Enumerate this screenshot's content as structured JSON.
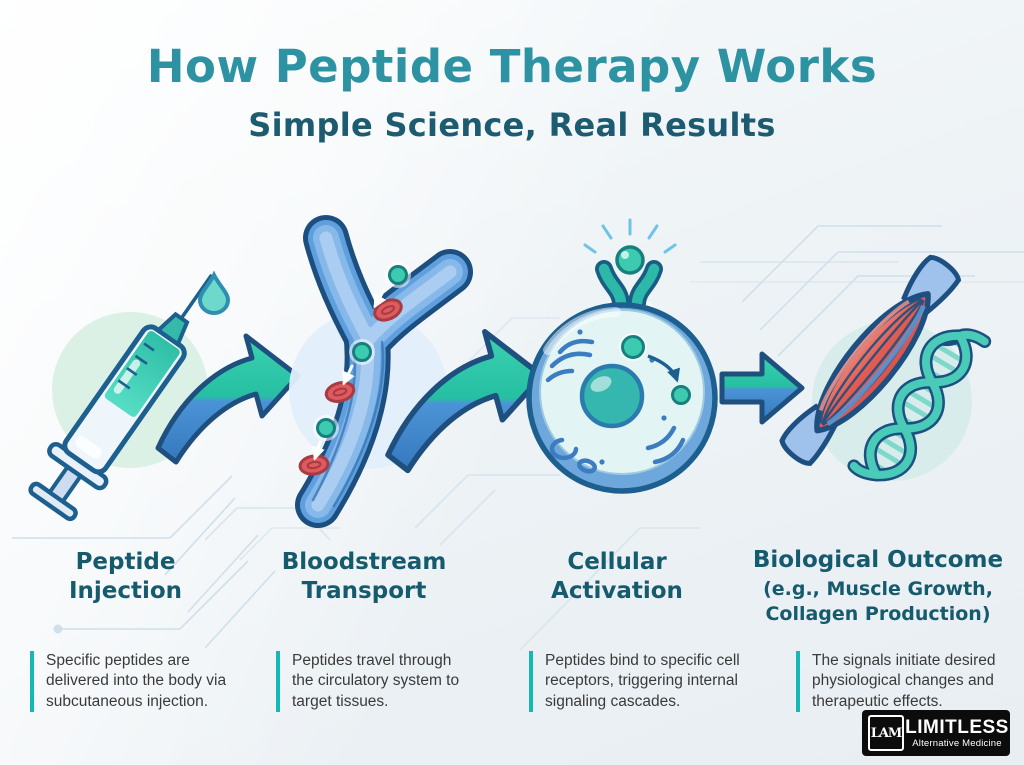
{
  "header": {
    "title": "How Peptide Therapy Works",
    "subtitle": "Simple Science, Real Results"
  },
  "steps": [
    {
      "icon": "syringe-icon",
      "title": "Peptide Injection",
      "description": "Specific peptides are delivered into the body via subcutaneous injection."
    },
    {
      "icon": "blood-vessel-icon",
      "title": "Bloodstream Transport",
      "description": "Peptides travel through the circulatory system to target tissues."
    },
    {
      "icon": "cell-receptor-icon",
      "title": "Cellular Activation",
      "description": "Peptides bind to specific cell receptors, triggering internal signaling cascades."
    },
    {
      "icon": "muscle-dna-icon",
      "title": "Biological Outcome",
      "subtitle": "(e.g., Muscle Growth, Collagen Production)",
      "description": "The signals initiate desired physiological changes and therapeutic effects."
    }
  ],
  "logo": {
    "monogram": "LAM",
    "name": "LIMITLESS",
    "tagline": "Alternative Medicine"
  },
  "colors": {
    "title_teal": "#2d93a3",
    "subtitle_teal": "#1d5c70",
    "step_title_teal": "#155a6d",
    "accent_bar_teal": "#14b8b4",
    "arrow_teal": "#2fc7a8",
    "arrow_blue": "#3b87cd",
    "outline_navy": "#1c4a78"
  }
}
